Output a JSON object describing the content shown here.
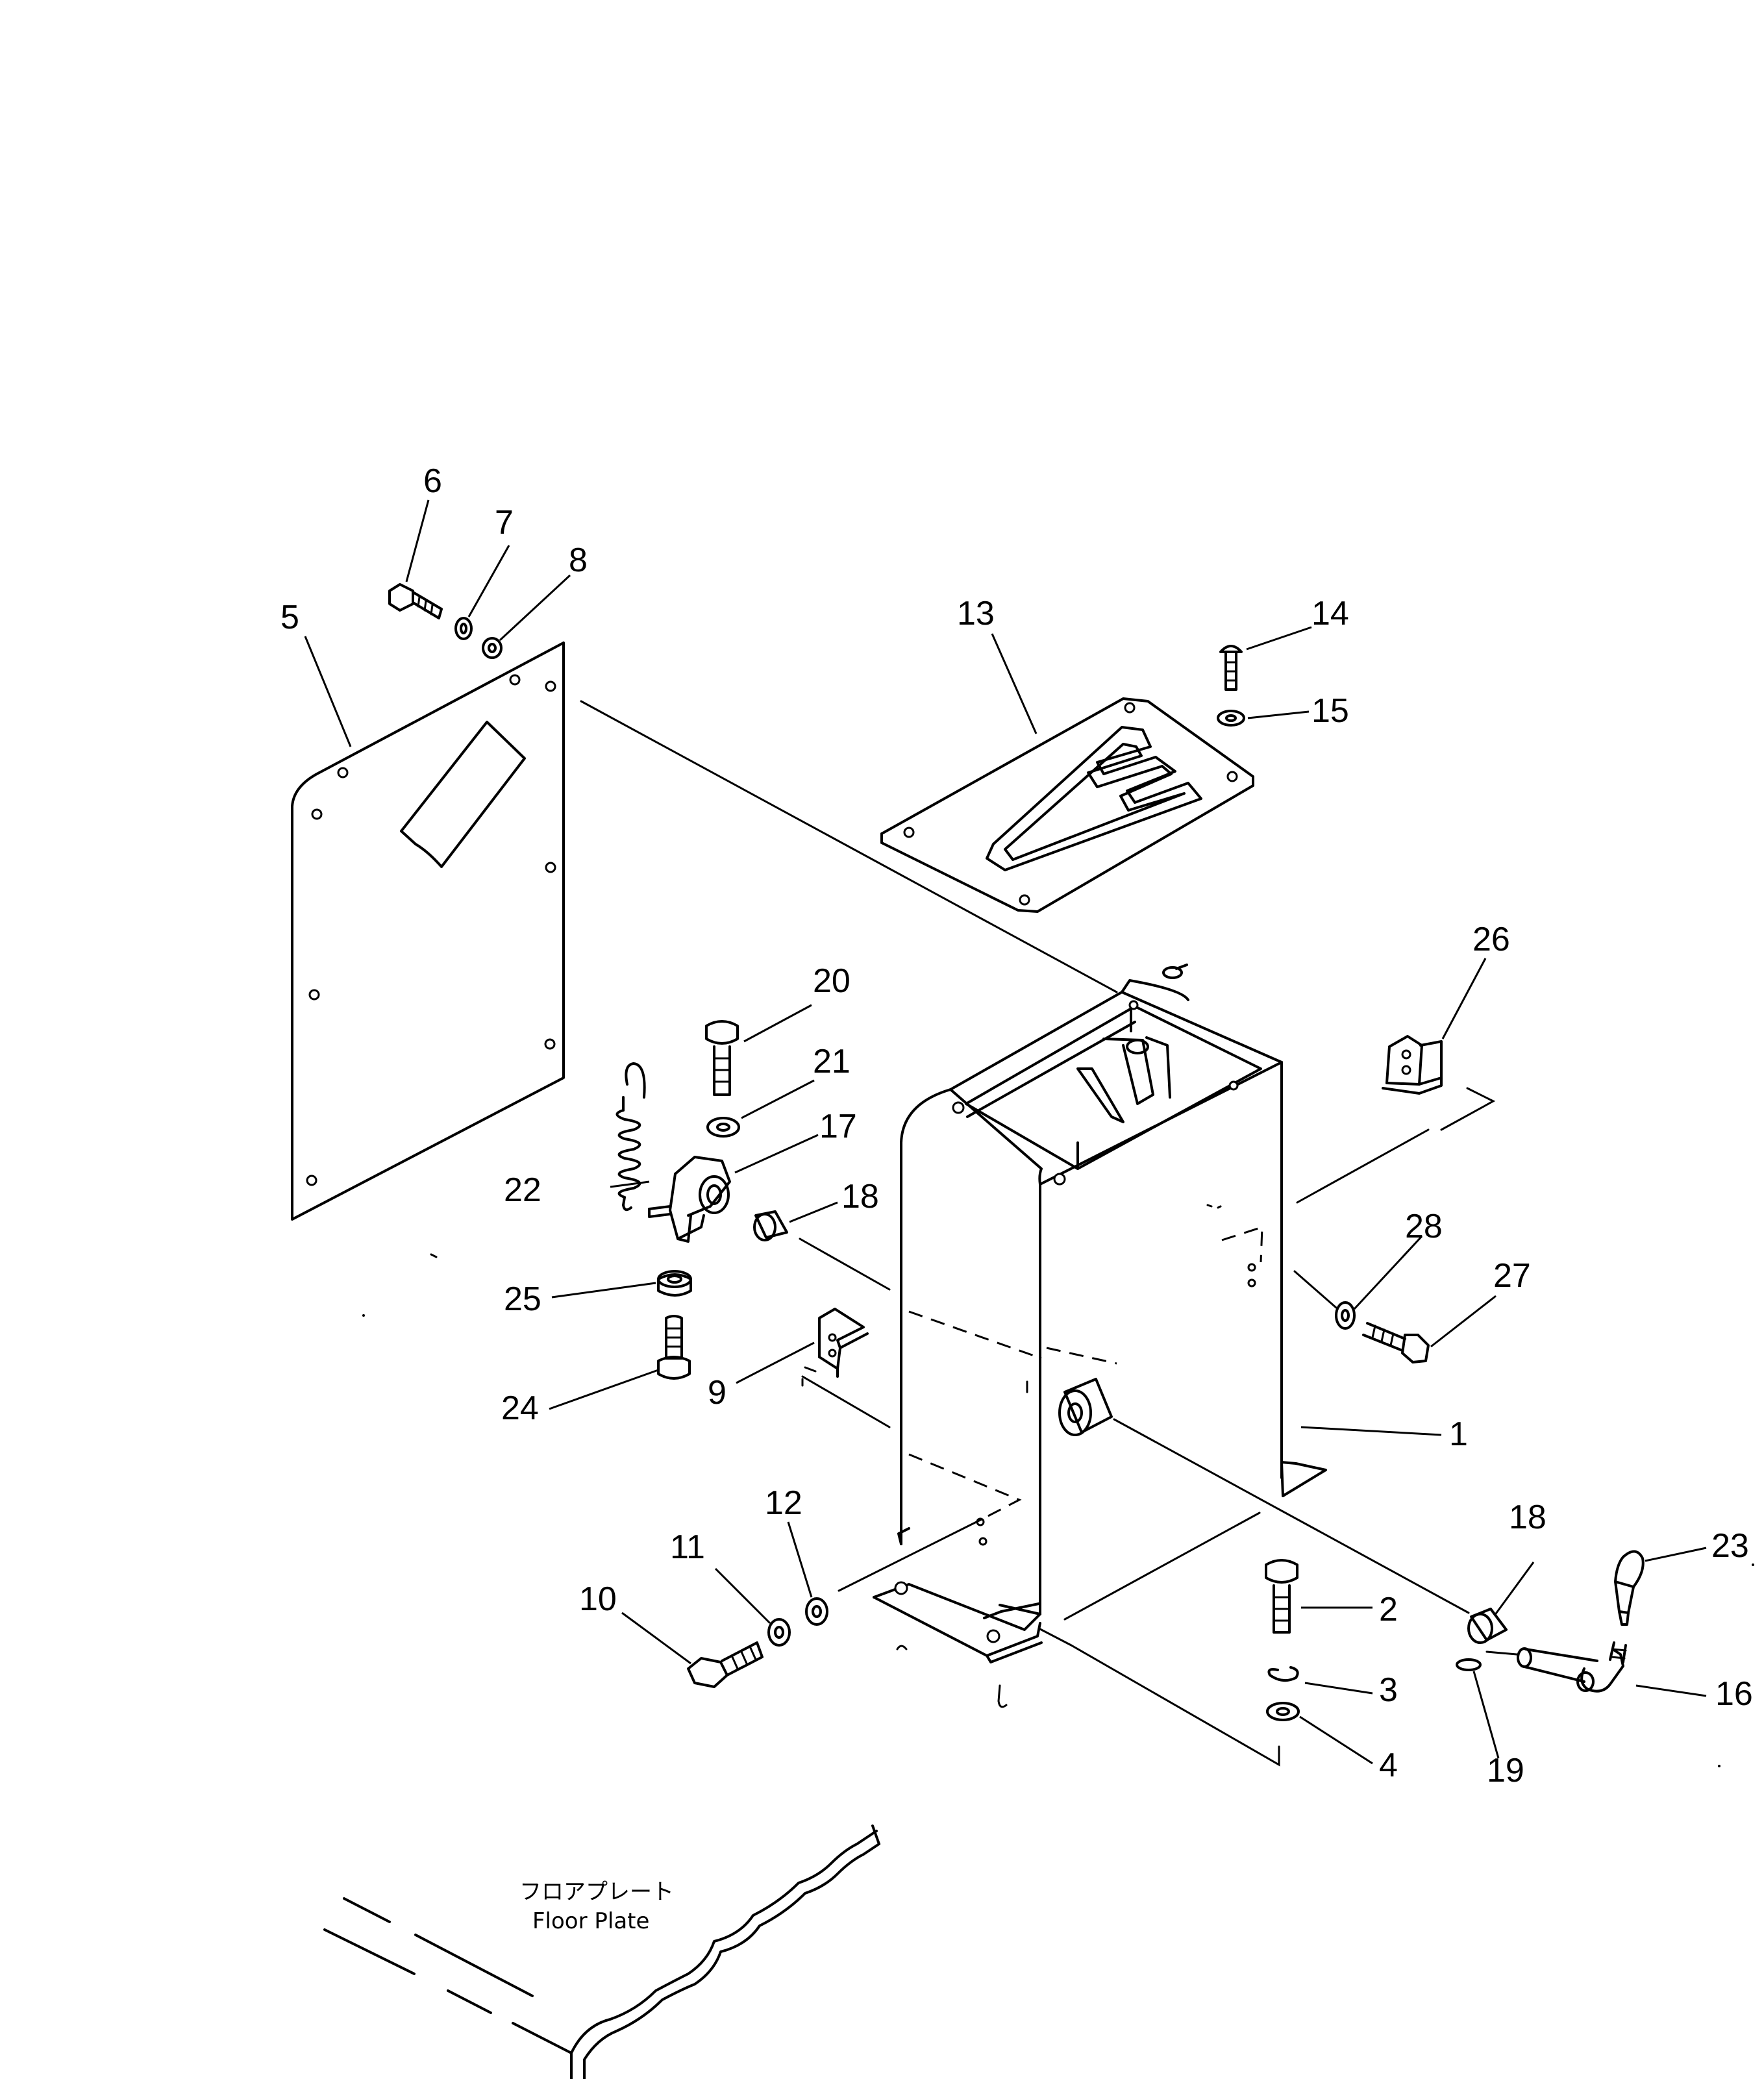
{
  "callouts": {
    "c1": "1",
    "c2": "2",
    "c3": "3",
    "c4": "4",
    "c5": "5",
    "c6": "6",
    "c7": "7",
    "c8": "8",
    "c9": "9",
    "c10": "10",
    "c11": "11",
    "c12": "12",
    "c13": "13",
    "c14": "14",
    "c15": "15",
    "c16": "16",
    "c17": "17",
    "c18a": "18",
    "c18b": "18",
    "c19": "19",
    "c20": "20",
    "c21": "21",
    "c22": "22",
    "c23": "23",
    "c24": "24",
    "c25": "25",
    "c26": "26",
    "c27": "27",
    "c28": "28"
  },
  "floor_plate": {
    "label_jp": "フロアプレート",
    "label_en": "Floor Plate"
  }
}
